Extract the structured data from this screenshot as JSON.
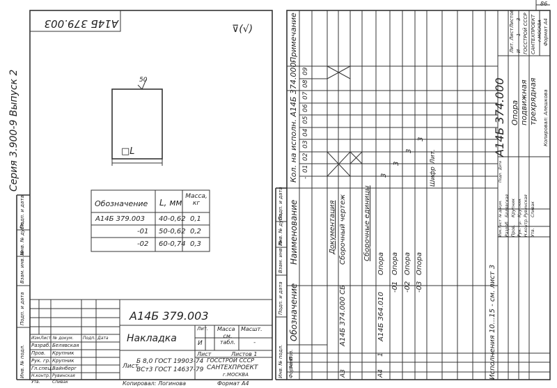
{
  "left_sheet": {
    "stamp_code_rotated": "А14Б 379.003",
    "roughness_mark": "⊽(√)",
    "series": "Серия 3.900-9 Выпуск 2",
    "surface_mark": "50",
    "dimension_label": "□L",
    "table": {
      "headers": [
        "Обозначение",
        "L, мм",
        "Масса, кг"
      ],
      "rows": [
        [
          "А14Б 379.003",
          "40-0,62",
          "0,1"
        ],
        [
          "-01",
          "50-0,62",
          "0,2"
        ],
        [
          "-02",
          "60-0,74",
          "0,3"
        ]
      ]
    },
    "side_labels": [
      "Инв. № подл.",
      "Подп. и дата",
      "Взам. инв. №",
      "Инв. № дубл.",
      "Подп. и дата"
    ],
    "title_block": {
      "code": "А14Б 379.003",
      "name": "Накладка",
      "lit_header": "Лит.",
      "mass_header": "Масса",
      "scale_header": "Масшт.",
      "lit_value": "И",
      "mass_value": "см. табл.",
      "scale_value": "-",
      "sheet_label": "Лист",
      "sheets_label": "Листов 1",
      "material_1": "Б 8,0 ГОСТ 19903-74",
      "material_2": "ВСт3 ГОСТ 14637-79",
      "material_prefix": "Лист",
      "org_1": "ГОССТРОЙ СССР",
      "org_2": "САНТЕХПРОЕКТ",
      "org_3": "г.МОСКВА",
      "copied": "Копировал: Логинова",
      "format": "Формат А4",
      "staff_headers": [
        "Изм.",
        "Лист",
        "№ докум.",
        "Подп.",
        "Дата"
      ],
      "staff": [
        [
          "Разраб.",
          "Белявская"
        ],
        [
          "Пров.",
          "Крупник"
        ],
        [
          "Рук. гр.",
          "Крупник"
        ],
        [
          "Гл.спец.",
          "Вайнберг"
        ],
        [
          "Н.контр.",
          "Рувинская"
        ],
        [
          "Утв.",
          "Спивак"
        ]
      ]
    }
  },
  "right_sheet": {
    "page_number": "86",
    "header_columns": [
      "Формат",
      "Зона",
      "Поз.",
      "Обозначение",
      "Наименование",
      "Кол. на исполн. А14Б 374.000-",
      "Примечание"
    ],
    "variant_columns": [
      "-",
      "01",
      "02",
      "03",
      "04",
      "05",
      "06",
      "07",
      "08",
      "09"
    ],
    "rows": [
      {
        "fmt": "",
        "zone": "",
        "pos": "",
        "code": "",
        "name": "Документация",
        "qty": ""
      },
      {
        "fmt": "А3",
        "zone": "",
        "pos": "",
        "code": "А14Б 374.000 СБ",
        "name": "Сборочный чертеж",
        "qty": ""
      },
      {
        "fmt": "",
        "zone": "",
        "pos": "",
        "code": "",
        "name": "Сборочные единицы",
        "qty": ""
      },
      {
        "fmt": "А4",
        "zone": "",
        "pos": "1",
        "code": "А14Б 364.010",
        "name": "Опора",
        "qty": "3"
      },
      {
        "fmt": "",
        "zone": "",
        "pos": "",
        "code": "-01",
        "name": "Опора",
        "qty": "3"
      },
      {
        "fmt": "",
        "zone": "",
        "pos": "",
        "code": "-02",
        "name": "Опора",
        "qty": "3"
      },
      {
        "fmt": "",
        "zone": "",
        "pos": "",
        "code": "-03",
        "name": "Опора",
        "qty": "3"
      }
    ],
    "footer_labels": [
      "Шифр",
      "Лит."
    ],
    "variant_note": "Исполнения 10...15 - см. лист 3",
    "side_labels": [
      "Инв. № подл.",
      "Подп. и дата",
      "Взам. инв. №",
      "Инв. № дубл.",
      "Подп. и дата"
    ],
    "title_block": {
      "code": "А14Б 374.000",
      "name_1": "Опора",
      "name_2": "подвижная",
      "name_3": "трехрядная",
      "lit": "Лит.",
      "sheet": "Лист",
      "sheets": "Листов",
      "lit_value": "И",
      "sheet_value": "1",
      "sheets_value": "3",
      "org_1": "ГОССТРОЙ СССР",
      "org_2": "САНТЕХПРОЕКТ",
      "org_3": "г.МОСКВА",
      "copied": "Копировал: Алешкова",
      "format": "Формат А4",
      "staff_headers": [
        "Изм.",
        "Лист",
        "№ докум.",
        "Подп.",
        "Дата"
      ],
      "staff": [
        [
          "Разраб.",
          "Белявская"
        ],
        [
          "Пров.",
          "Крупник"
        ],
        [
          "Рук. гр.",
          "Крупник"
        ],
        [
          "Н.контр.",
          "Рувинская"
        ],
        [
          "Утв.",
          "Спивак"
        ]
      ]
    }
  }
}
